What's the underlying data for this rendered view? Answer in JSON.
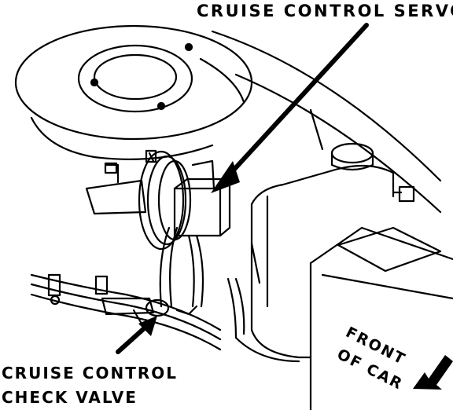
{
  "labels": {
    "servo": "CRUISE CONTROL SERVO",
    "check_valve_line1": "CRUISE CONTROL",
    "check_valve_line2": "CHECK VALVE",
    "front_line1": "FRONT",
    "front_line2": "OF CAR"
  },
  "colors": {
    "ink": "#000000",
    "paper": "#ffffff"
  },
  "icons": [
    "servo-pointer-arrow",
    "check-valve-pointer-arrow",
    "front-of-car-arrow"
  ]
}
